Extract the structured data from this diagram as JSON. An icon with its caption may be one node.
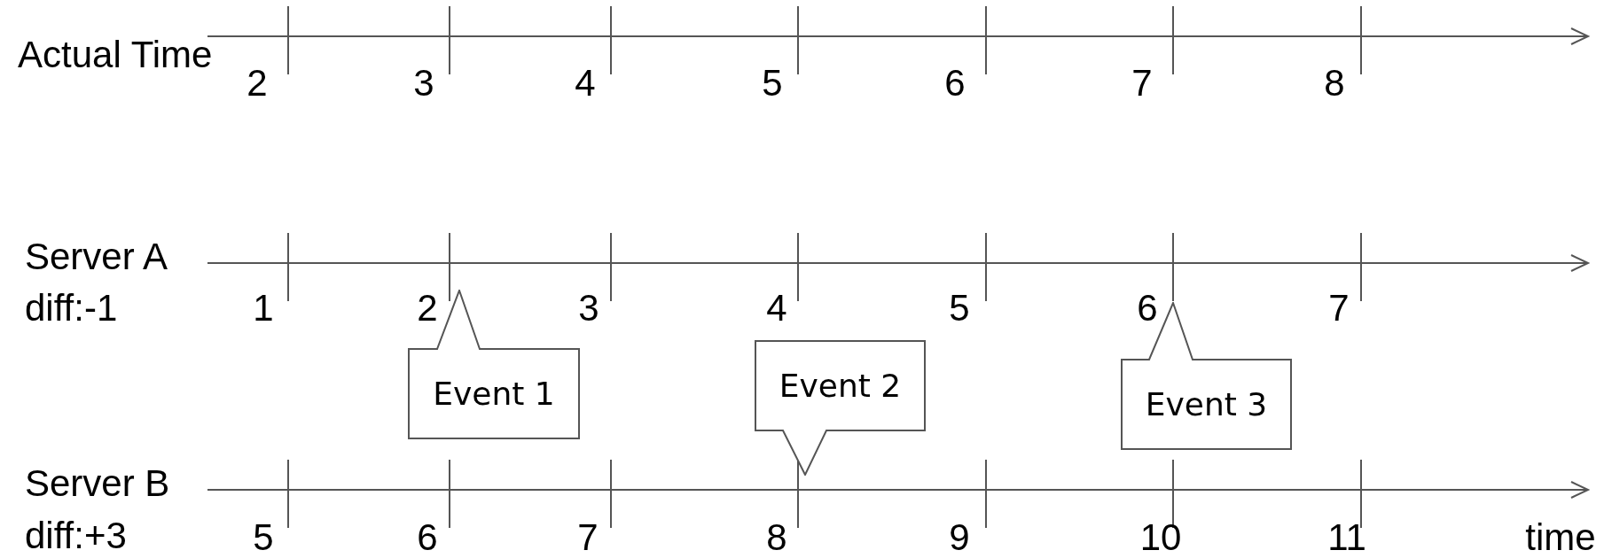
{
  "diagram": {
    "nodes": [
      {
        "text": [
          "Event 1"
        ]
      },
      {
        "text": [
          "Event 2"
        ]
      },
      {
        "text": [
          "Event 3"
        ]
      }
    ],
    "edges": [],
    "labels": [
      "Actual Time",
      "2",
      "3",
      "4",
      "5",
      "6",
      "7",
      "8",
      "Server A",
      "diff:-1",
      "1",
      "2",
      "3",
      "4",
      "5",
      "6",
      "7",
      "Server B",
      "diff:+3",
      "5",
      "6",
      "7",
      "8",
      "9",
      "10",
      "11",
      "time"
    ]
  }
}
